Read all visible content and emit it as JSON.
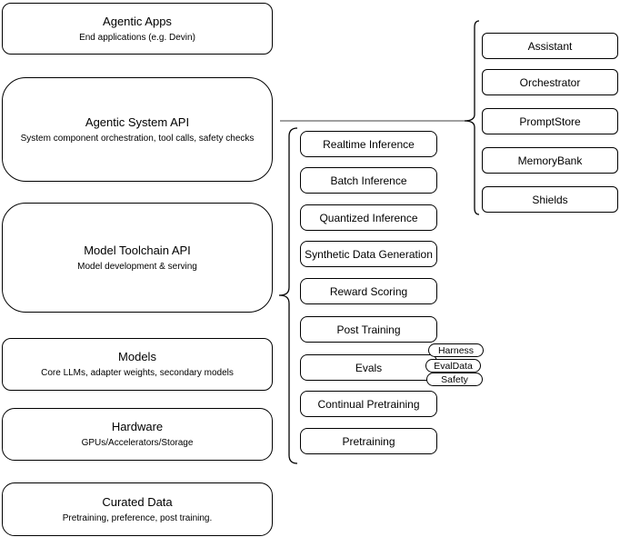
{
  "diagram": {
    "left_column": [
      {
        "title": "Agentic Apps",
        "subtitle": "End applications (e.g. Devin)"
      },
      {
        "title": "Agentic System API",
        "subtitle": "System component orchestration, tool calls, safety checks"
      },
      {
        "title": "Model Toolchain API",
        "subtitle": "Model development & serving"
      },
      {
        "title": "Models",
        "subtitle": "Core LLMs, adapter weights, secondary models"
      },
      {
        "title": "Hardware",
        "subtitle": "GPUs/Accelerators/Storage"
      },
      {
        "title": "Curated Data",
        "subtitle": "Pretraining, preference, post training."
      }
    ],
    "toolchain_components": [
      "Realtime Inference",
      "Batch Inference",
      "Quantized Inference",
      "Synthetic Data Generation",
      "Reward Scoring",
      "Post Training",
      "Evals",
      "Continual Pretraining",
      "Pretraining"
    ],
    "evals_pills": [
      "Harness",
      "EvalData",
      "Safety"
    ],
    "system_components": [
      "Assistant",
      "Orchestrator",
      "PromptStore",
      "MemoryBank",
      "Shields"
    ],
    "colors": {
      "box_border": "#000000",
      "box_fill": "#ffffff",
      "connector_line": "#808080",
      "background": "#ffffff"
    }
  }
}
